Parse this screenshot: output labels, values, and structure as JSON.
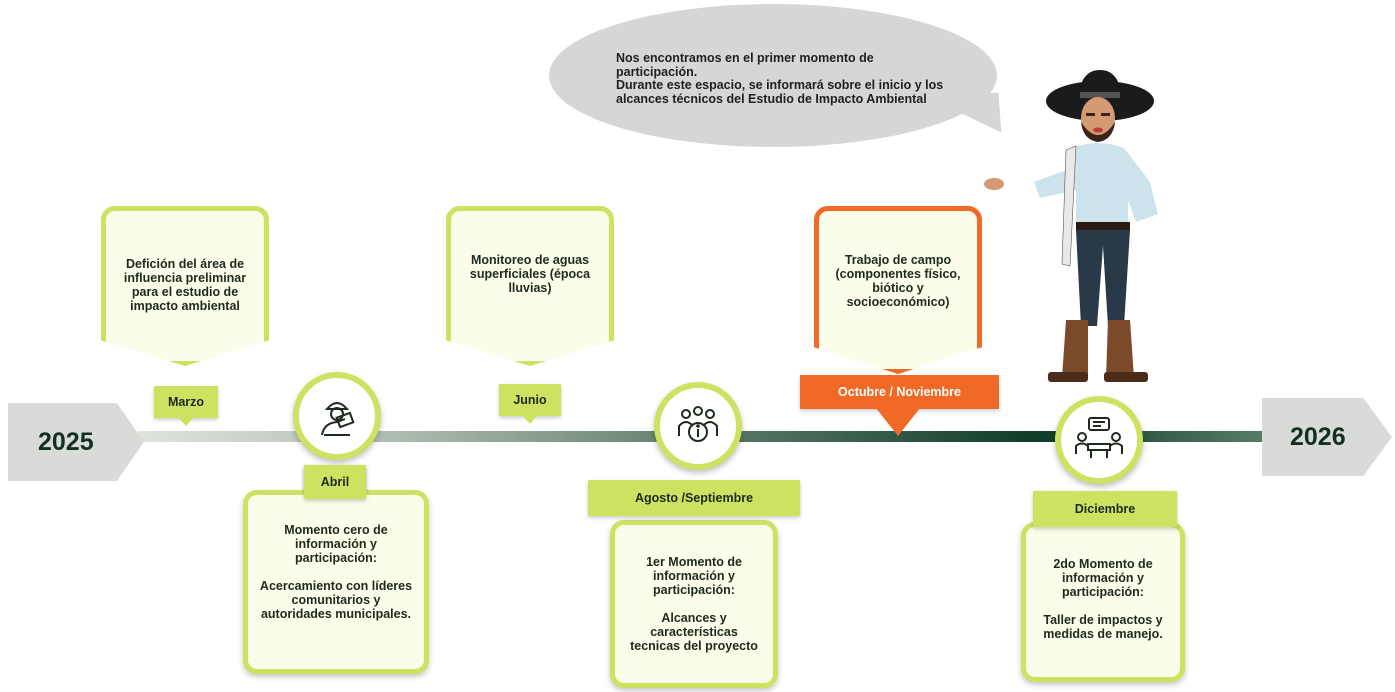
{
  "bubble": {
    "line1": "Nos encontramos en el primer momento de participación.",
    "line2": "Durante este espacio, se informará sobre el inicio y los",
    "line3": "alcances técnicos del Estudio de Impacto Ambiental"
  },
  "years": {
    "start": "2025",
    "end": "2026"
  },
  "milestones": {
    "marzo": {
      "tag": "Marzo",
      "l1": "Defición del área de",
      "l2": "influencia preliminar",
      "l3": "para el estudio de",
      "l4": "impacto ambiental"
    },
    "abril": {
      "tag": "Abril",
      "l1": "Momento cero de",
      "l2": "información y",
      "l3": "participación:",
      "l4": "Acercamiento con líderes",
      "l5": "comunitarios y",
      "l6": "autoridades municipales."
    },
    "junio": {
      "tag": "Junio",
      "l1": "Monitoreo de aguas",
      "l2": "superficiales (época",
      "l3": "lluvias)"
    },
    "agosto": {
      "tag": "Agosto /Septiembre",
      "l1": "1er Momento de",
      "l2": "información y",
      "l3": "participación:",
      "l4": "Alcances y",
      "l5": "características",
      "l6": "tecnicas del proyecto"
    },
    "octubre": {
      "tag": "Octubre / Noviembre",
      "l1": "Trabajo de campo",
      "l2": "(componentes físico,",
      "l3": "biótico  y",
      "l4": "socioeconómico)"
    },
    "diciembre": {
      "tag": "Diciembre",
      "l1": "2do Momento de",
      "l2": "información y",
      "l3": "participación:",
      "l4": "Taller de impactos y",
      "l5": "medidas de manejo."
    }
  },
  "icons": {
    "abril": "engineer-icon",
    "agosto": "group-info-icon",
    "diciembre": "meeting-icon",
    "character": "farmer-illustration"
  },
  "colors": {
    "accent": "#cee160",
    "orange": "#f06a25",
    "box_bg": "#fbfcea",
    "dark_green": "#0f3b2a"
  }
}
